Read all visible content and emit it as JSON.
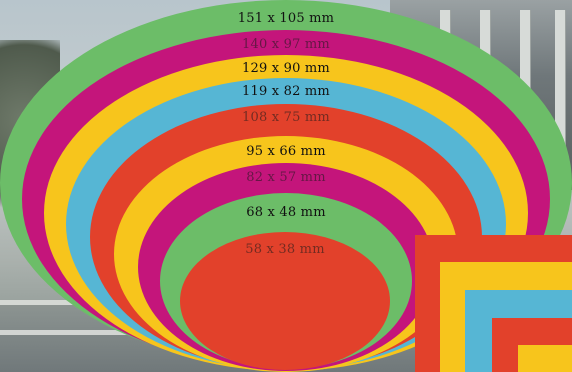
{
  "sizes": [
    {
      "label": "151 x 105 mm",
      "color": "#6cbd68"
    },
    {
      "label": "140 x 97 mm",
      "color": "#c4157b"
    },
    {
      "label": "129 x 90 mm",
      "color": "#f7c51c"
    },
    {
      "label": "119 x 82 mm",
      "color": "#56b6d4"
    },
    {
      "label": "108 x 75 mm",
      "color": "#e2412b"
    },
    {
      "label": "95 x 66 mm",
      "color": "#f7c51c"
    },
    {
      "label": "82 x 57 mm",
      "color": "#c4157b"
    },
    {
      "label": "68 x 48 mm",
      "color": "#6cbd68"
    },
    {
      "label": "58 x 38 mm",
      "color": "#e2412b"
    }
  ],
  "corner_colors": [
    "#e2412b",
    "#f7c51c",
    "#56b6d4",
    "#e2412b",
    "#f7c51c"
  ]
}
